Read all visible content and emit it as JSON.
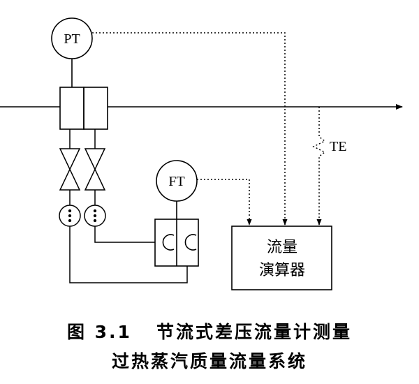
{
  "labels": {
    "pt": "PT",
    "ft": "FT",
    "te": "TE",
    "computer_line1": "流量",
    "computer_line2": "演算器"
  },
  "caption": {
    "line1": "图 3.1   节流式差压流量计测量",
    "line2": "过热蒸汽质量流量系统"
  }
}
